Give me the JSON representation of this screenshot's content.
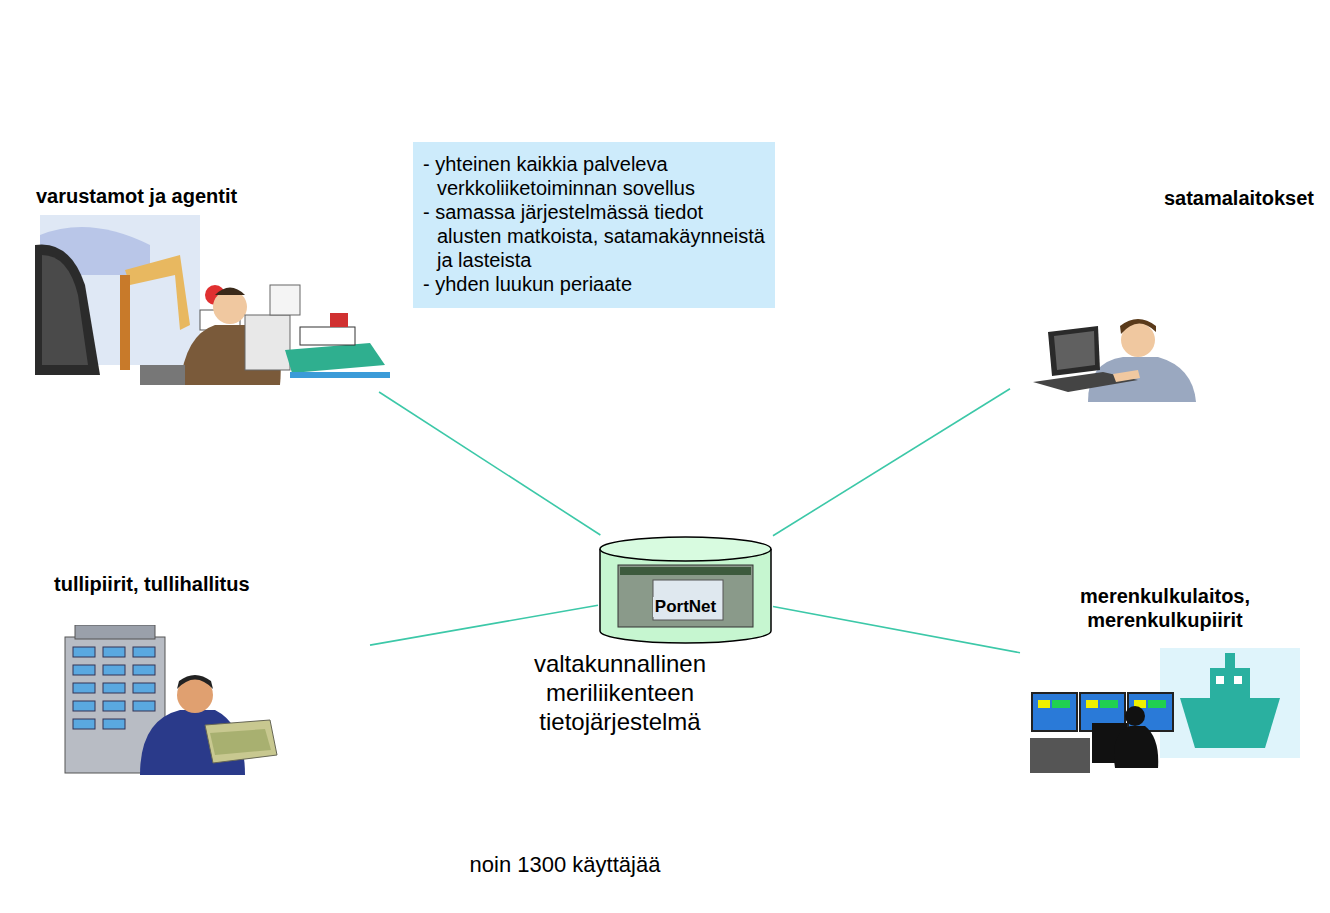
{
  "diagram": {
    "nodes": [
      {
        "text": [
          "valtakunnallinen meriliikenteen tietojärjestelmä"
        ]
      },
      {
        "text": [
          "PortNet"
        ],
        "in": 0
      },
      {
        "text": [
          "- yhteinen kaikkia palveleva verkkoliiketoiminnan sovellus",
          "- samassa järjestelmässä tiedot alusten matkoista, satamakäynneistä ja lasteista",
          "- yhden luukun periaate"
        ]
      },
      {
        "text": [
          "varustamot ja agentit"
        ]
      },
      {
        "text": [
          "satamalaitokset"
        ]
      },
      {
        "text": [
          "tullipiirit, tullihallitus"
        ]
      },
      {
        "text": [
          "merenkulkulaitos, merenkulkupiirit"
        ]
      }
    ],
    "edges": [
      {
        "from": 3,
        "to": 1,
        "arrow": "none"
      },
      {
        "from": 4,
        "to": 1,
        "arrow": "none"
      },
      {
        "from": 5,
        "to": 1,
        "arrow": "none"
      },
      {
        "from": 6,
        "to": 1,
        "arrow": "none"
      }
    ],
    "labels": [
      "noin 1300 käyttäjää"
    ]
  }
}
